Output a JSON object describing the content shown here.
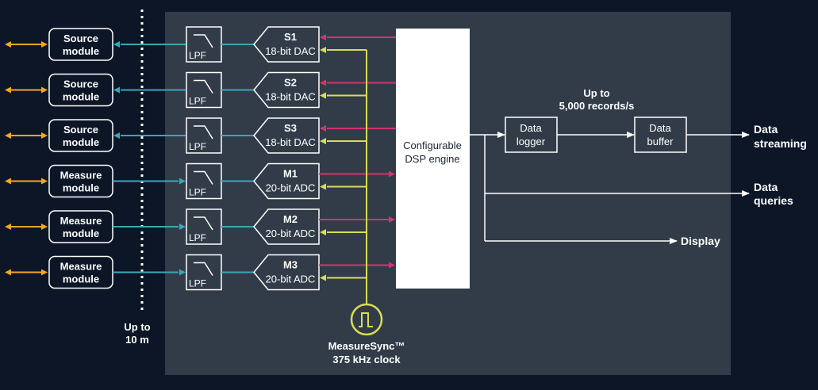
{
  "colors": {
    "background": "#0c1626",
    "panel": "#323c48",
    "orange": "#f5a623",
    "teal": "#3aa6b9",
    "magenta": "#d6336c",
    "yellow": "#d9dc55",
    "white": "#ffffff"
  },
  "modules": [
    {
      "line1": "Source",
      "line2": "module"
    },
    {
      "line1": "Source",
      "line2": "module"
    },
    {
      "line1": "Source",
      "line2": "module"
    },
    {
      "line1": "Measure",
      "line2": "module"
    },
    {
      "line1": "Measure",
      "line2": "module"
    },
    {
      "line1": "Measure",
      "line2": "module"
    }
  ],
  "lpf_label": "LPF",
  "converters": [
    {
      "name": "S1",
      "type": "18-bit DAC",
      "dir": "dac"
    },
    {
      "name": "S2",
      "type": "18-bit DAC",
      "dir": "dac"
    },
    {
      "name": "S3",
      "type": "18-bit DAC",
      "dir": "dac"
    },
    {
      "name": "M1",
      "type": "20-bit ADC",
      "dir": "adc"
    },
    {
      "name": "M2",
      "type": "20-bit ADC",
      "dir": "adc"
    },
    {
      "name": "M3",
      "type": "20-bit ADC",
      "dir": "adc"
    }
  ],
  "distance": {
    "line1": "Up to",
    "line2": "10 m"
  },
  "clock": {
    "line1": "MeasureSync™",
    "line2": "375 kHz clock"
  },
  "dsp": {
    "line1": "Configurable",
    "line2": "DSP engine"
  },
  "data_logger": {
    "line1": "Data",
    "line2": "logger"
  },
  "data_buffer": {
    "line1": "Data",
    "line2": "buffer"
  },
  "rate": {
    "line1": "Up to",
    "line2": "5,000 records/s"
  },
  "outputs": {
    "streaming": {
      "line1": "Data",
      "line2": "streaming"
    },
    "queries": {
      "line1": "Data",
      "line2": "queries"
    },
    "display": "Display"
  }
}
